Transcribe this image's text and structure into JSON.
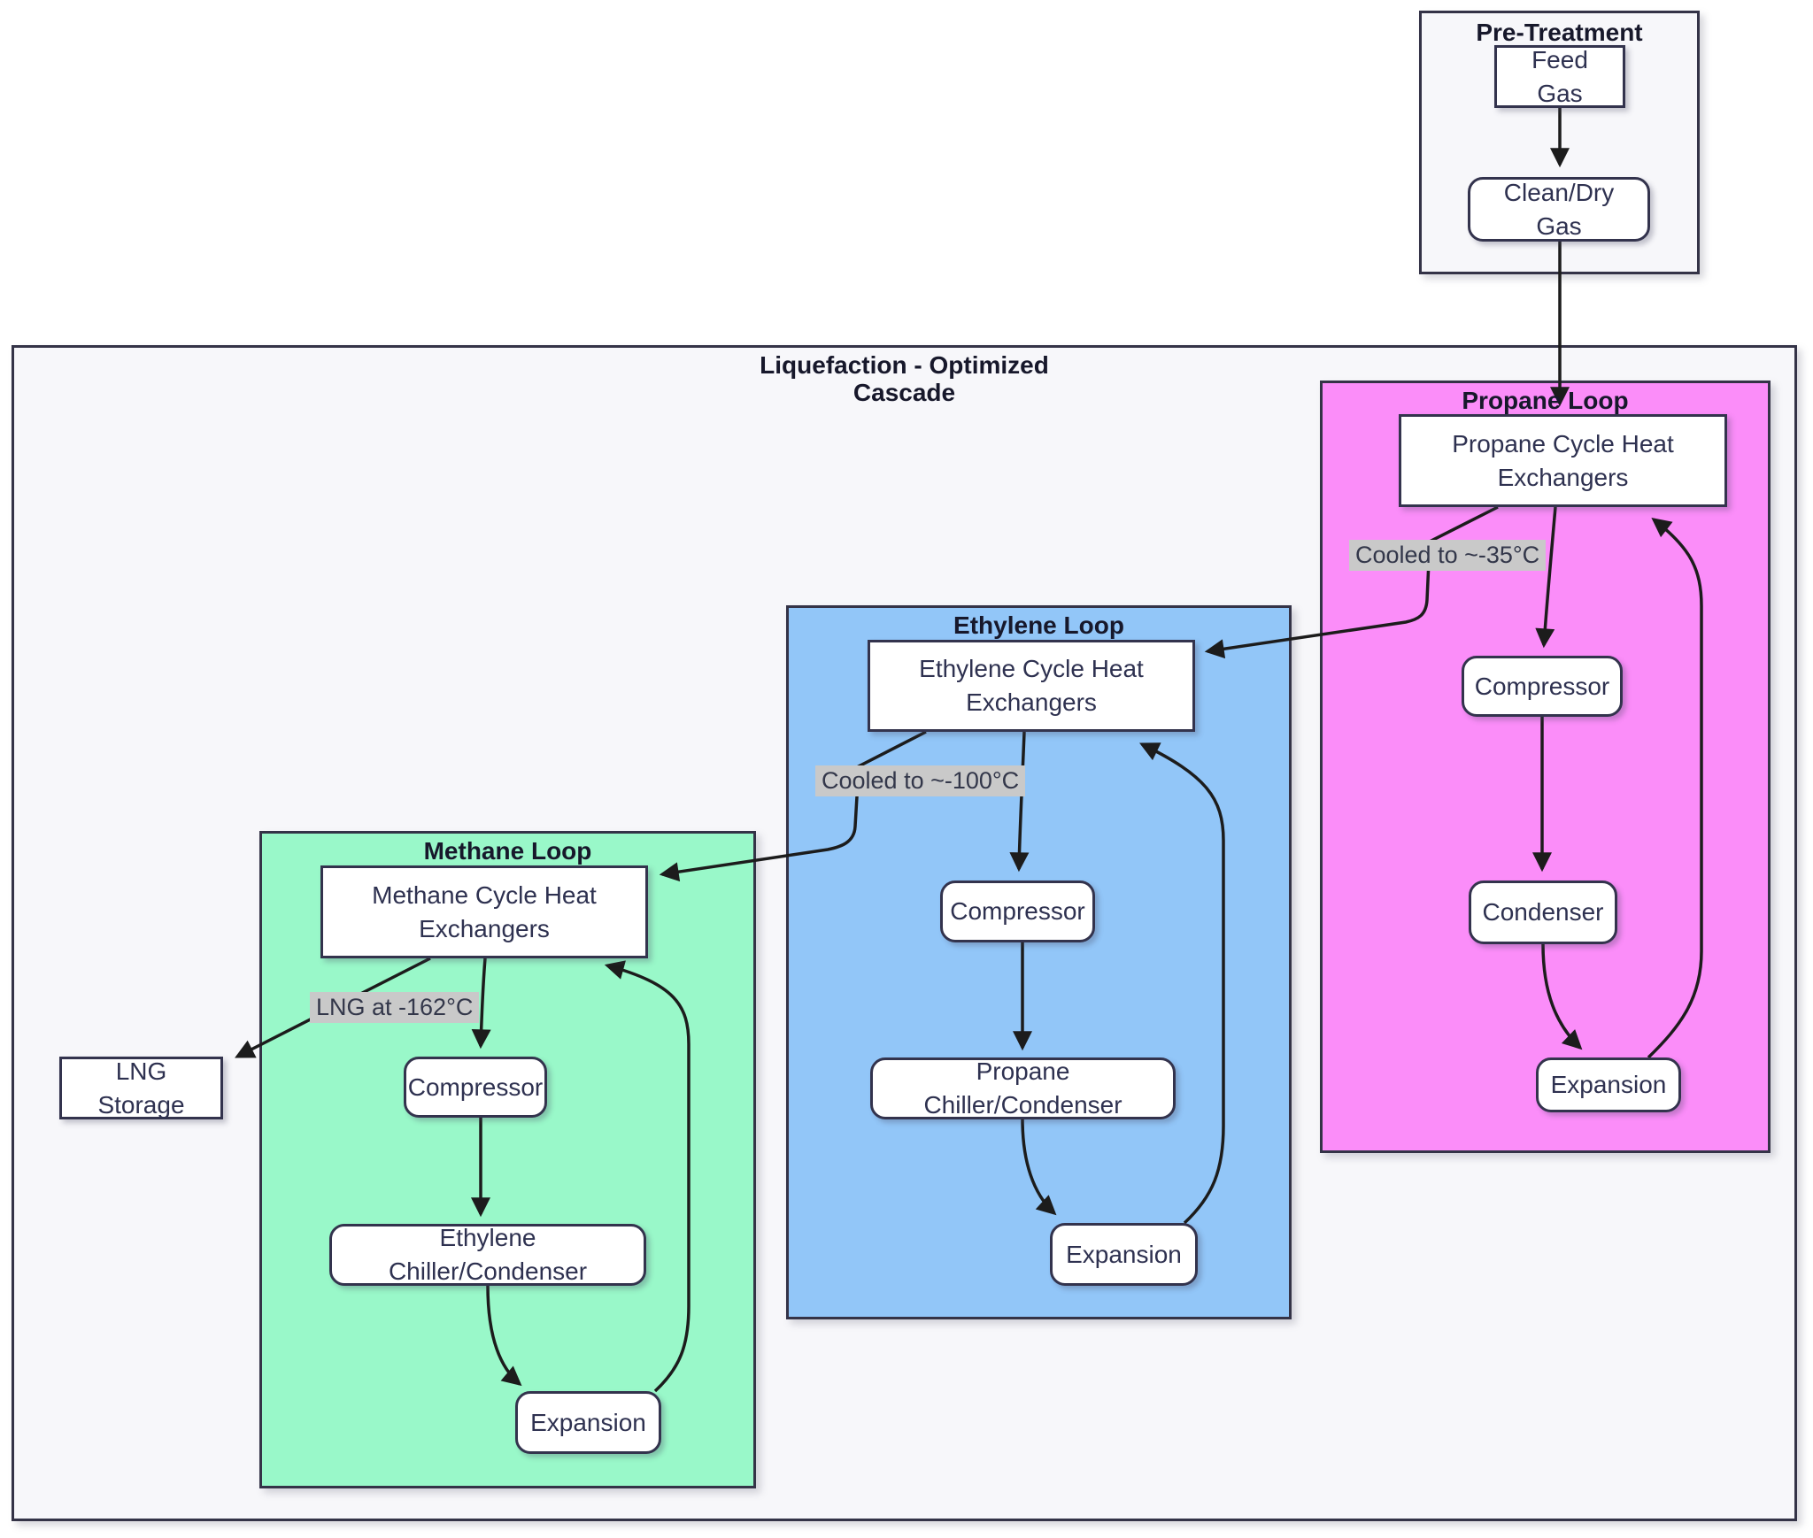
{
  "colors": {
    "cluster_bg": "#f7f7fa",
    "cluster_border": "#343347",
    "propane_bg": "#fb8df9",
    "ethylene_bg": "#92c6f8",
    "methane_bg": "#99f8c9",
    "node_bg": "#ffffff",
    "node_border": "#33334d",
    "edge_stroke": "#1c1c1c",
    "edge_label_bg": "#c9c9c9",
    "text": "#2e3150"
  },
  "clusters": {
    "pre_treatment": {
      "title": "Pre-Treatment"
    },
    "liquefaction": {
      "title": "Liquefaction - Optimized\nCascade"
    },
    "propane_loop": {
      "title": "Propane Loop"
    },
    "ethylene_loop": {
      "title": "Ethylene Loop"
    },
    "methane_loop": {
      "title": "Methane Loop"
    }
  },
  "nodes": {
    "feed_gas": {
      "label": "Feed Gas"
    },
    "clean_dry_gas": {
      "label": "Clean/Dry Gas"
    },
    "lng_storage": {
      "label": "LNG Storage"
    },
    "propane": {
      "heat_exchangers": {
        "label": "Propane Cycle Heat Exchangers"
      },
      "compressor": {
        "label": "Compressor"
      },
      "condenser": {
        "label": "Condenser"
      },
      "expansion": {
        "label": "Expansion"
      }
    },
    "ethylene": {
      "heat_exchangers": {
        "label": "Ethylene Cycle Heat Exchangers"
      },
      "compressor": {
        "label": "Compressor"
      },
      "chiller_condenser": {
        "label": "Propane Chiller/Condenser"
      },
      "expansion": {
        "label": "Expansion"
      }
    },
    "methane": {
      "heat_exchangers": {
        "label": "Methane Cycle Heat Exchangers"
      },
      "compressor": {
        "label": "Compressor"
      },
      "chiller_condenser": {
        "label": "Ethylene Chiller/Condenser"
      },
      "expansion": {
        "label": "Expansion"
      }
    }
  },
  "edge_labels": {
    "propane_to_ethylene": "Cooled to ~-35°C",
    "ethylene_to_methane": "Cooled to ~-100°C",
    "methane_to_storage": "LNG at -162°C"
  }
}
